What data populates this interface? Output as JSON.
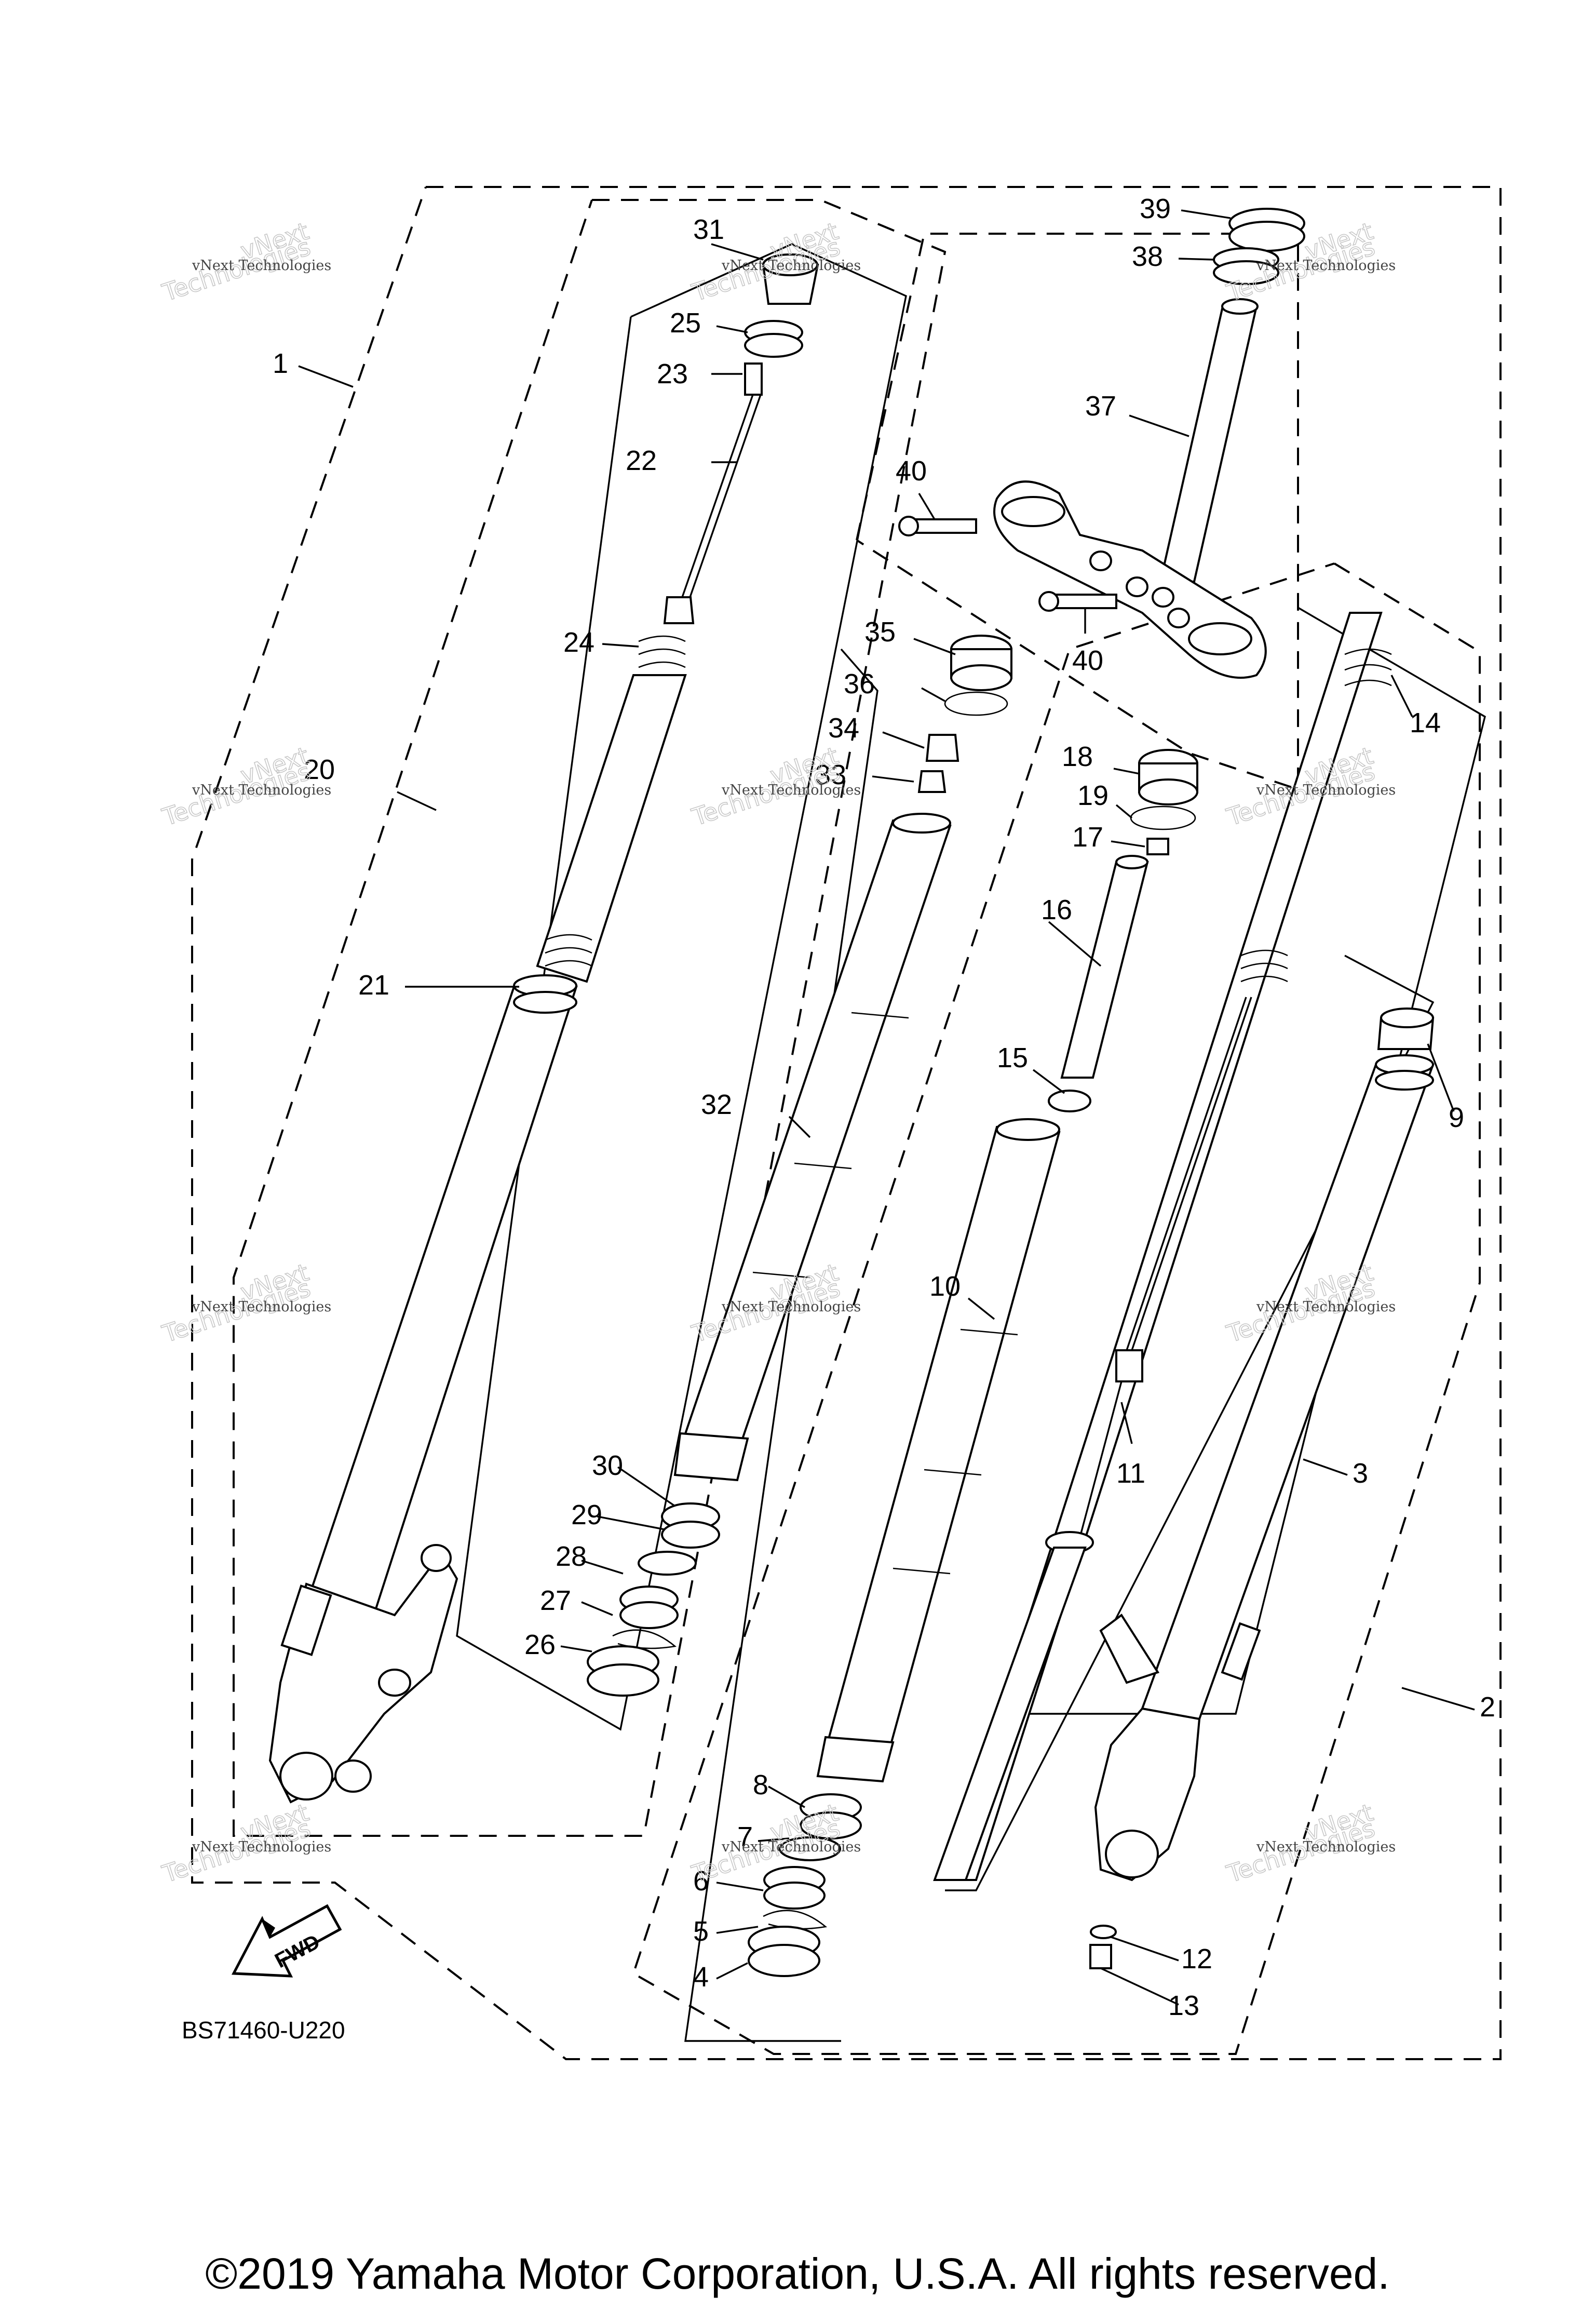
{
  "diagram_code": "BS71460-U220",
  "copyright": "©2019 Yamaha Motor Corporation, U.S.A. All rights reserved.",
  "fwd_label": "FWD",
  "watermark": {
    "line1": "vNext Technologies",
    "big1": "vNext",
    "big2": "Technologies"
  },
  "callouts": {
    "n1": "1",
    "n2": "2",
    "n3": "3",
    "n4": "4",
    "n5": "5",
    "n6": "6",
    "n7": "7",
    "n8": "8",
    "n9": "9",
    "n10": "10",
    "n11": "11",
    "n12": "12",
    "n13": "13",
    "n14": "14",
    "n15": "15",
    "n16": "16",
    "n17": "17",
    "n18": "18",
    "n19": "19",
    "n20": "20",
    "n21": "21",
    "n22": "22",
    "n23": "23",
    "n24": "24",
    "n25": "25",
    "n26": "26",
    "n27": "27",
    "n28": "28",
    "n29": "29",
    "n30": "30",
    "n31": "31",
    "n32": "32",
    "n33": "33",
    "n34": "34",
    "n35": "35",
    "n36": "36",
    "n37": "37",
    "n38": "38",
    "n39": "39",
    "n40": "40"
  }
}
